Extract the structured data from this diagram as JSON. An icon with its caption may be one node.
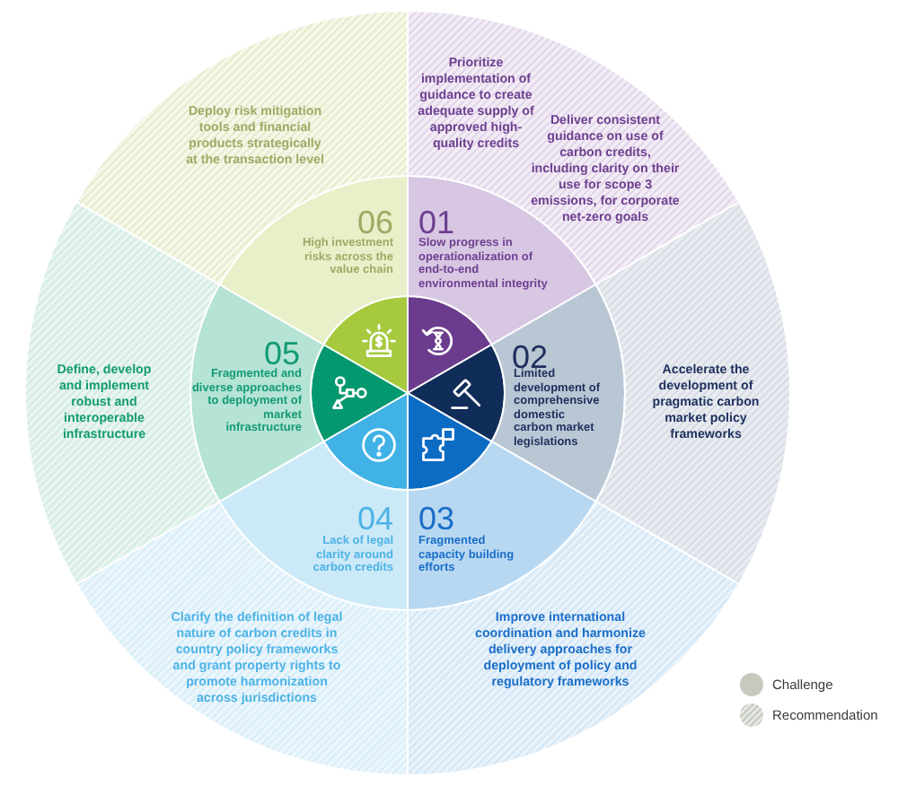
{
  "diagram": {
    "nodes": [
      {
        "text": [
          "01",
          "Slow progress in operationalization of end-to-end environmental integrity"
        ]
      },
      {
        "text": [
          "Prioritize implementation of guidance to create adequate supply of approved high-quality credits",
          "Deliver consistent guidance on use of carbon credits, including clarity on their use for scope 3 emissions, for corporate net-zero goals"
        ]
      },
      {
        "text": [
          "02",
          "Limited development of comprehensive domestic carbon market legislations"
        ]
      },
      {
        "text": [
          "Accelerate the development of pragmatic carbon market policy frameworks"
        ]
      },
      {
        "text": [
          "03",
          "Fragmented capacity building efforts"
        ]
      },
      {
        "text": [
          "Improve international coordination and harmonize delivery approaches for deployment of policy and regulatory frameworks"
        ]
      },
      {
        "text": [
          "04",
          "Lack of legal clarity around carbon credits"
        ]
      },
      {
        "text": [
          "Clarify the definition of legal nature of carbon credits in country policy frameworks and grant property rights to promote harmonization across jurisdictions"
        ]
      },
      {
        "text": [
          "05",
          "Fragmented and diverse approaches to deployment of market infrastructure"
        ]
      },
      {
        "text": [
          "Define, develop and implement robust and interoperable infrastructure"
        ]
      },
      {
        "text": [
          "06",
          "High investment risks across the value chain"
        ]
      },
      {
        "text": [
          "Deploy risk mitigation tools and financial products strategically at the transaction level"
        ]
      }
    ],
    "legend": [
      {
        "text": "Challenge",
        "color": "#c5c9be"
      },
      {
        "text": "Recommendation"
      }
    ]
  }
}
